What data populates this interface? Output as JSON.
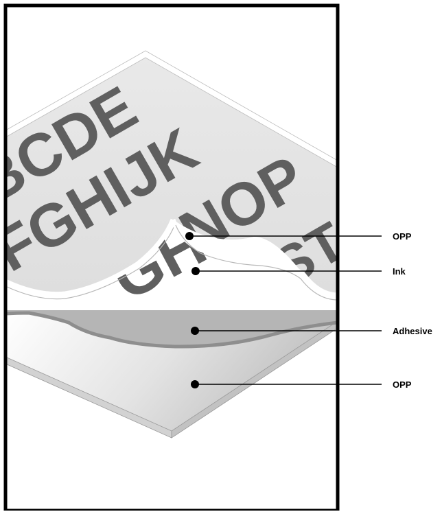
{
  "layers": {
    "top_film": {
      "label": "OPP",
      "letter_rows": [
        "BCDE",
        "FGHIJK",
        "NOP",
        "ST"
      ]
    },
    "ink": {
      "label": "Ink",
      "letters": "GHS"
    },
    "adhesive": {
      "label": "Adhesive"
    },
    "bottom_film": {
      "label": "OPP"
    }
  },
  "colors": {
    "frame": "#000000",
    "film": "#e6e6e6",
    "film_edge": "#ffffff",
    "letters": "#5f5f5f",
    "adhesive": "#b5b5b5",
    "adhesive_edge": "#8e8e8e"
  }
}
